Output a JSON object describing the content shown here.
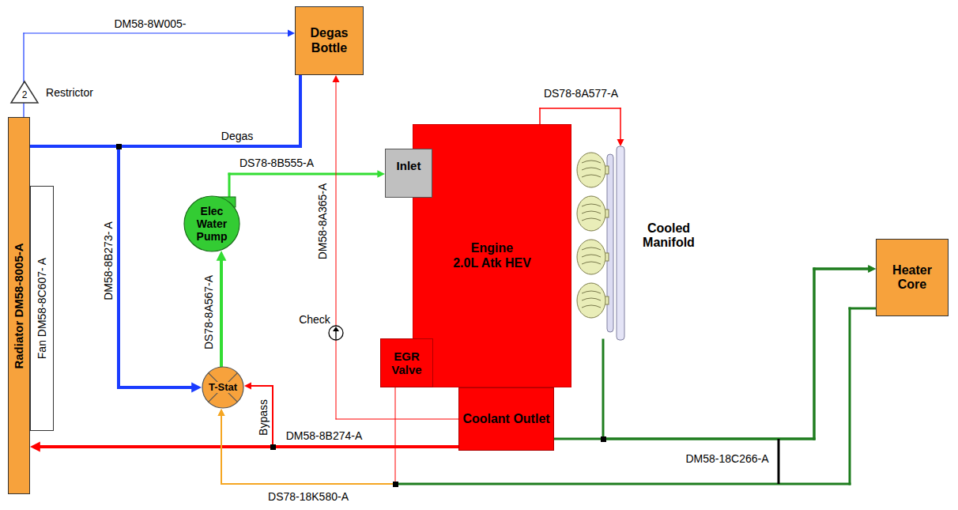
{
  "diagram": {
    "nodes": [
      {
        "text": [
          "Degas Bottle"
        ]
      },
      {
        "text": [
          "Radiator DM58-8005-A"
        ]
      },
      {
        "text": [
          "Fan DM58-8C607- A"
        ]
      },
      {
        "text": [
          "Elec Water Pump"
        ]
      },
      {
        "text": [
          "Inlet"
        ]
      },
      {
        "text": [
          "Engine",
          "2.0L Atk HEV"
        ]
      },
      {
        "text": [
          "Cooled Manifold"
        ]
      },
      {
        "text": [
          "T-Stat"
        ]
      },
      {
        "text": [
          "EGR Valve"
        ]
      },
      {
        "text": [
          "Coolant Outlet"
        ]
      },
      {
        "text": [
          "Heater Core"
        ]
      }
    ],
    "edges": [
      {
        "from": 1,
        "to": 0,
        "arrow": "to",
        "label": "DM58-8W005-"
      },
      {
        "from": 1,
        "to": 0,
        "arrow": "none",
        "label": "Degas"
      },
      {
        "from": 1,
        "to": 7,
        "arrow": "to",
        "label": "DM58-8B273- A"
      },
      {
        "from": 7,
        "to": 3,
        "arrow": "to",
        "label": "DS78-8A567-A"
      },
      {
        "from": 3,
        "to": 4,
        "arrow": "to",
        "label": "DS78-8B555-A"
      },
      {
        "from": 5,
        "to": 6,
        "arrow": "to",
        "label": "DS78-8A577-A"
      },
      {
        "from": 9,
        "to": 1,
        "arrow": "to",
        "label": "DM58-8B274-A"
      },
      {
        "from": 9,
        "to": 7,
        "arrow": "to",
        "label": "Bypass"
      },
      {
        "from": 9,
        "to": 0,
        "arrow": "to",
        "label": "DM58-8A365-A"
      },
      {
        "from": 9,
        "to": 10,
        "arrow": "to"
      },
      {
        "from": 6,
        "to": 10,
        "arrow": "to"
      },
      {
        "from": 10,
        "to": 7,
        "arrow": "to",
        "label": "DS78-18K580-A"
      },
      {
        "from": 8,
        "to": 7,
        "arrow": "to"
      }
    ],
    "labels": [
      "2",
      "Restrictor",
      "Check",
      "DM58-18C266-A"
    ]
  }
}
